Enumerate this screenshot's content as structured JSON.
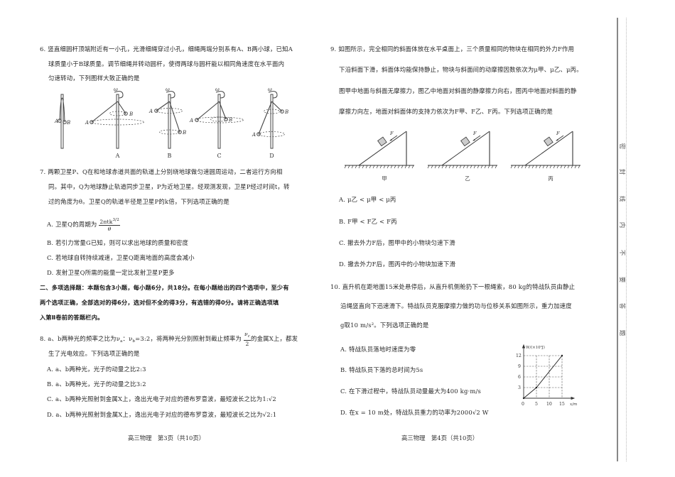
{
  "left_page": {
    "q6": {
      "lines": [
        "6. 竖直细圆杆顶端附近有一小孔，光滑细绳穿过小孔，细绳两端分别系有A、B两小球，已知A",
        "球质量小于B球质量。调节细绳并转动圆杆，使得两球与圆杆能以相同角速度在水平面内",
        "匀速转动，下列图样大致正确的是"
      ],
      "figure_labels": [
        "A",
        "B",
        "C",
        "D"
      ],
      "ball_labels": {
        "a": "A",
        "b": "B"
      },
      "omega": "ω"
    },
    "q7": {
      "lines": [
        "7. 两颗卫星P、Q在和地球赤道共面的轨道上分别绕地球做匀速圆周运动，二者运行方向相",
        "同。其中，Q为地球静止轨道同步卫星，P为近地卫星。经观测发现，卫星P经过时间t，转",
        "过的角度为θ。卫星Q的轨道半径是卫星P的k倍，下列选项正确的是"
      ],
      "options": [
        {
          "label": "A. 卫星Q的周期为",
          "formula_num": "2πtk",
          "formula_exp": "3/2",
          "formula_den": "θ"
        },
        {
          "label": "B. 若引力常量G已知，则可以求出地球的质量和密度"
        },
        {
          "label": "C. 若地球自转持续减速，卫星Q距离地面的高度会减小"
        },
        {
          "label": "D. 发射卫星Q所需的能量一定比发射卫星P更多"
        }
      ]
    },
    "section2": {
      "lines": [
        "二、多项选择题：本题包含3小题，每小题6分，共18分。在每小题给出的四个选项中，至少有",
        "两个选项正确，全部选对的得6分，选对但不全的得3分，有选错的得0分。请将正确选项填",
        "入第Ⅱ卷前的答题栏内。"
      ]
    },
    "q8": {
      "line1_pre": "8. a、b两种光的频率之比为ν",
      "line1_ratio": "：ν",
      "line1_mid": "=3:2，将两种光分别照射到截止频率为",
      "frac_num": "ν",
      "frac_den": "2",
      "line1_post": "的金属X上，都发",
      "line2": "生了光电效应。下列选项正确的是",
      "options": [
        "A. a、b两种光，光子的动量之比2:3",
        "B. a、b两种光，光子的动量之比3:2",
        "C. a、b两种光照射到金属X上，逸出光电子对应的德布罗意波，最短波长之比为1:√2",
        "D. a、b两种光照射到金属X上，逸出光电子对应的德布罗意波，最短波长之比为√2:1"
      ]
    },
    "footer": "高三物理　第3页（共10页）"
  },
  "right_page": {
    "q9": {
      "lines": [
        "9. 如图所示，完全相同的斜面体放在水平桌面上，三个质量相同的物块在相同的外力F作用",
        "下沿斜面下滑，斜面体均能保持静止，物块与斜面间的动摩擦因数依次为μ甲、μ乙、μ丙。",
        "图甲中地面与斜面无摩擦力，图乙中地面对斜面的静摩擦力向右，图丙中地面对斜面的静",
        "摩擦力向左，地面对斜面体的支持力依次为F甲、F乙、F丙。下列选项正确的是"
      ],
      "figure_labels": [
        "甲",
        "乙",
        "丙"
      ],
      "force_label": "F",
      "options": [
        "A. μ乙 < μ甲 < μ丙",
        "B. F甲 < F乙 < F丙",
        "C. 撤去外力F后，图甲中的小物块匀速下滑",
        "D. 撤去外力F后，图丙中的小物块加速下滑"
      ]
    },
    "q10": {
      "lines": [
        "10. 直升机在距地面15米处悬停后，从直升机侧舱扔下一根绳索，80 kg的特战队员由静止",
        "沿绳竖直向下迅速滑下。特战队员克服摩擦力做的功与位移关系如图所示，重力加速度",
        "g取10 m/s²。下列选项正确的是"
      ],
      "options": [
        "A. 特战队员落地时速度为零",
        "B. 特战队员下落的总时间为5s",
        "C. 在下滑过程中，特战队员动量最大为400 kg·m/s",
        "D. 在x = 10 m处，特战队员重力的功率为2000√2 W"
      ]
    },
    "footer": "高三物理　第4页（共10页）"
  },
  "chart_data": {
    "type": "line",
    "title": "",
    "xlabel": "x/m",
    "ylabel": "W/(×10³J)",
    "x_ticks": [
      0,
      5,
      10,
      15
    ],
    "y_ticks": [
      3,
      6,
      9,
      12
    ],
    "xlim": [
      0,
      15
    ],
    "ylim": [
      0,
      12
    ],
    "grid": "dashed",
    "series": [
      {
        "name": "W-x",
        "x": [
          0,
          5,
          15
        ],
        "y": [
          0,
          3,
          12
        ]
      }
    ],
    "tick_labels": {
      "x": [
        "0",
        "5",
        "10",
        "15"
      ],
      "y": [
        "3",
        "6",
        "9",
        "12"
      ]
    }
  },
  "binding_margin": {
    "chars": [
      "密",
      "封",
      "线",
      "内",
      "不",
      "要",
      "答",
      "题"
    ]
  }
}
